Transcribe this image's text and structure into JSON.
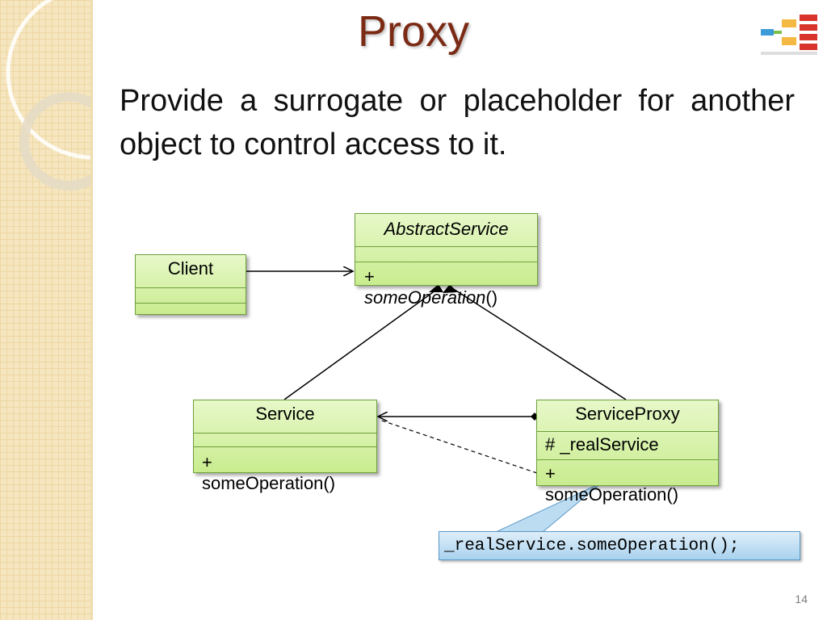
{
  "slide": {
    "title": "Proxy",
    "subtitle": "Provide a surrogate or placeholder for another object to control access to it.",
    "page_number": "14"
  },
  "diagram": {
    "classes": {
      "abstract_service": {
        "name": "AbstractService",
        "op_prefix": "+",
        "op_name": "someOperation",
        "op_suffix": "()"
      },
      "client": {
        "name": "Client"
      },
      "service": {
        "name": "Service",
        "op_prefix": "+",
        "op_name": "someOperation",
        "op_suffix": "()"
      },
      "service_proxy": {
        "name": "ServiceProxy",
        "attribute": "# _realService",
        "op_prefix": "+",
        "op_name": "someOperation",
        "op_suffix": "()"
      }
    },
    "callout": "_realService.someOperation();"
  },
  "colors": {
    "title": "#7b2a14",
    "class_fill": "#d4f0a6",
    "class_border": "#6ea03c",
    "callout_fill": "#bcdcf2"
  }
}
